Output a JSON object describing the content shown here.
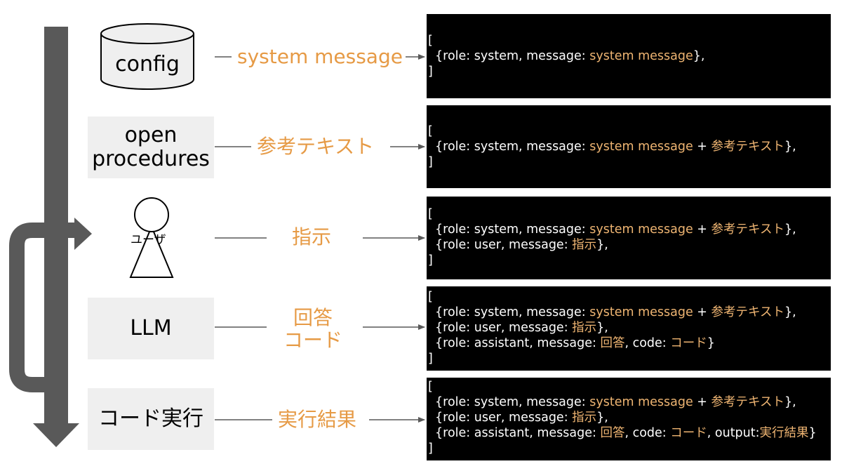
{
  "colors": {
    "accent": "#e69a45",
    "panel_highlight": "#efb572",
    "arrow_dark": "#595959",
    "node_bg": "#efefef"
  },
  "nodes": {
    "config": "config",
    "open_procedures": "open\nprocedures",
    "user": "ユーザ",
    "llm": "LLM",
    "code_exec": "コード実行"
  },
  "flow_labels": {
    "system_message": "system message",
    "reference_text": "参考テキスト",
    "instruction": "指示",
    "answer_code": "回答\nコード",
    "exec_result": "実行結果"
  },
  "punct": {
    "open_bracket": "[",
    "close_bracket": "]",
    "open_brace": "{",
    "close_brace_comma": "},",
    "close_brace": "}",
    "plus": " + ",
    "sep_comma": ", "
  },
  "code_tokens": {
    "role_system": "role: system, message: ",
    "role_user": "role: user, message: ",
    "role_assistant": "role: assistant, message: ",
    "code_key": ", code: ",
    "output_key": ", output:",
    "system_message": "system message",
    "reference_text": "参考テキスト",
    "instruction": "指示",
    "answer": "回答",
    "code": "コード",
    "exec_result": "実行結果"
  }
}
